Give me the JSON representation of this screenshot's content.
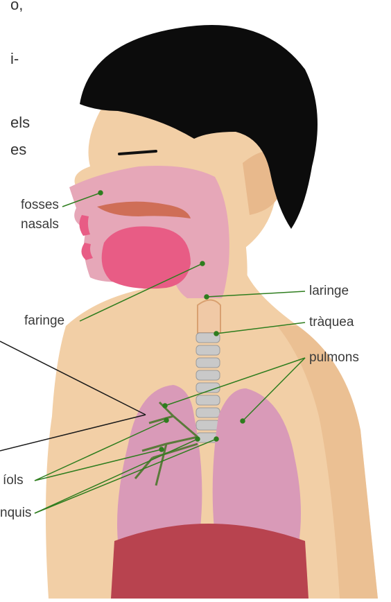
{
  "paragraph_fragments": [
    "o,",
    "i-",
    "els",
    "es"
  ],
  "labels": {
    "fosses_nasals": [
      "fosses",
      "nasals"
    ],
    "faringe": "faringe",
    "laringe": "laringe",
    "traquea": "tràquea",
    "pulmons": "pulmons",
    "bronquiols": "íols",
    "bronquis": "nquis"
  },
  "colors": {
    "hair": "#0c0c0c",
    "skin": "#f2cfa6",
    "skin_shadow": "#e8b98c",
    "airway": "#e6a7b8",
    "tongue": "#e85c85",
    "lung": "#d99ab8",
    "diaphragm": "#b8434f",
    "trachea": "#c9c9c9",
    "pointer_line": "#2e7d1e",
    "zoom_line": "#1a1a1a"
  }
}
